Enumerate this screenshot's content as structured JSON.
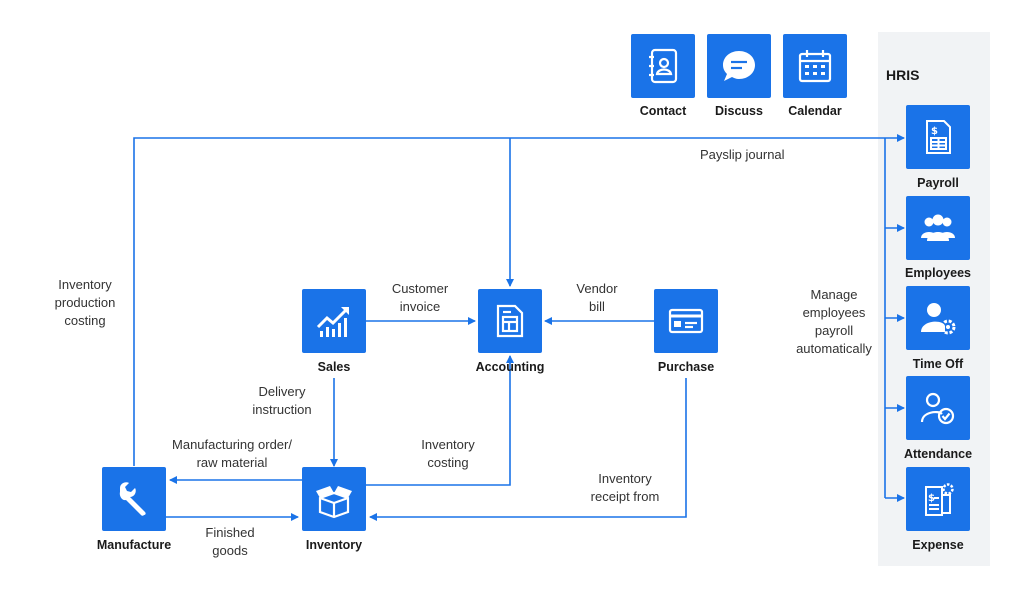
{
  "hris": {
    "title": "HRIS"
  },
  "nodes": {
    "contact": "Contact",
    "discuss": "Discuss",
    "calendar": "Calendar",
    "payroll": "Payroll",
    "employees": "Employees",
    "time_off": "Time Off",
    "attendance": "Attendance",
    "expense": "Expense",
    "sales": "Sales",
    "accounting": "Accounting",
    "purchase": "Purchase",
    "manufacture": "Manufacture",
    "inventory": "Inventory"
  },
  "edges": {
    "payslip_journal": "Payslip journal",
    "inventory_production_costing": [
      "Inventory",
      "production",
      "costing"
    ],
    "customer_invoice": [
      "Customer",
      "invoice"
    ],
    "vendor_bill": [
      "Vendor",
      "bill"
    ],
    "delivery_instruction": [
      "Delivery",
      "instruction"
    ],
    "manufacturing_order": [
      "Manufacturing order/",
      "raw material"
    ],
    "inventory_costing": [
      "Inventory",
      "costing"
    ],
    "inventory_receipt": [
      "Inventory",
      "receipt from"
    ],
    "finished_goods": [
      "Finished",
      "goods"
    ],
    "manage_employees": [
      "Manage",
      "employees",
      "payroll",
      "automatically"
    ]
  },
  "colors": {
    "accent": "#1a73e8",
    "panel": "#f1f3f5"
  },
  "icons": {
    "contact": "address-book-icon",
    "discuss": "chat-bubble-icon",
    "calendar": "calendar-icon",
    "payroll": "payslip-document-icon",
    "employees": "people-group-icon",
    "time_off": "user-gear-icon",
    "attendance": "user-check-icon",
    "expense": "expense-receipt-icon",
    "sales": "rising-chart-icon",
    "accounting": "ledger-document-icon",
    "purchase": "credit-card-icon",
    "manufacture": "wrench-icon",
    "inventory": "open-box-icon"
  }
}
